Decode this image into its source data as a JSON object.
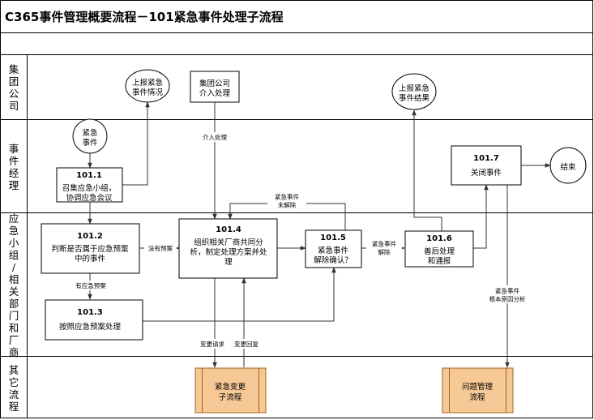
{
  "title": "C365事件管理概要流程－101紧急事件处理子流程",
  "lanes": [
    {
      "id": "lane-group",
      "label": "集团公司"
    },
    {
      "id": "lane-manager",
      "label": "事件经理"
    },
    {
      "id": "lane-emergency",
      "label": "应急小组/相关部门和厂商"
    },
    {
      "id": "lane-other",
      "label": "其它流程"
    }
  ],
  "nodes": {
    "report_status": {
      "lines": [
        "上报紧急",
        "事件情况"
      ]
    },
    "group_intervene": {
      "lines": [
        "集团公司",
        "介入处理"
      ]
    },
    "report_result": {
      "lines": [
        "上报紧急",
        "事件结果"
      ]
    },
    "emergency_event": {
      "lines": [
        "紧急",
        "事件"
      ]
    },
    "n101_1": {
      "id": "101.1",
      "lines": [
        "召集应急小组，",
        "协调应急会议"
      ]
    },
    "n101_7": {
      "id": "101.7",
      "lines": [
        "关闭事件"
      ]
    },
    "end": {
      "lines": [
        "结束"
      ]
    },
    "n101_2": {
      "id": "101.2",
      "lines": [
        "判断是否属于应急预案",
        "中的事件"
      ]
    },
    "n101_4": {
      "id": "101.4",
      "lines": [
        "组织相关厂商共同分",
        "析，制定处理方案并处",
        "理"
      ]
    },
    "n101_5": {
      "id": "101.5",
      "lines": [
        "紧急事件",
        "解除确认？"
      ]
    },
    "n101_6": {
      "id": "101.6",
      "lines": [
        "善后处理",
        "和通报"
      ]
    },
    "n101_3": {
      "id": "101.3",
      "lines": [
        "按照应急预案处理"
      ]
    },
    "change_sub": {
      "lines": [
        "紧急变更",
        "子流程"
      ]
    },
    "problem_sub": {
      "lines": [
        "问题管理",
        "流程"
      ]
    }
  },
  "edge_labels": {
    "intervene": "介入处理",
    "not_resolved": [
      "紧急事件",
      "未解除"
    ],
    "no_plan": "没有预案",
    "has_plan": "有应急预案",
    "resolved": [
      "紧急事件",
      "解除"
    ],
    "change_request": "变更请求",
    "change_reply": "变更回复",
    "root_cause": [
      "紧急事件",
      "根本原因分析"
    ]
  },
  "colors": {
    "subprocess_fill": "#f5c896",
    "subprocess_stroke": "#a0651a"
  }
}
